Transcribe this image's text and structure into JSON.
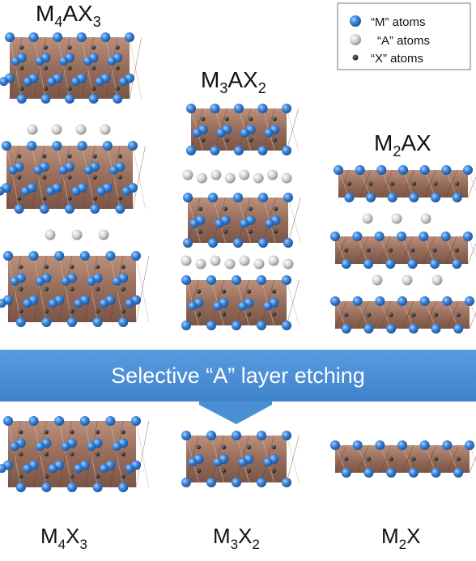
{
  "legend": {
    "items": [
      {
        "label": "“M” atoms",
        "color": "#2f7fd6"
      },
      {
        "label": "“A” atoms",
        "color": "#c8c8c8"
      },
      {
        "label": "“X” atoms",
        "color": "#333333"
      }
    ]
  },
  "phases": {
    "m4ax3": {
      "base1": "M",
      "sub1": "4",
      "base2": "AX",
      "sub2": "3"
    },
    "m3ax2": {
      "base1": "M",
      "sub1": "3",
      "base2": "AX",
      "sub2": "2"
    },
    "m2ax": {
      "base1": "M",
      "sub1": "2",
      "base2": "AX",
      "sub2": ""
    }
  },
  "banner": {
    "text": "Selective “A” layer etching",
    "color": "#4a8fd4"
  },
  "products": {
    "m4x3": {
      "base1": "M",
      "sub1": "4",
      "base2": "X",
      "sub2": "3"
    },
    "m3x2": {
      "base1": "M",
      "sub1": "3",
      "base2": "X",
      "sub2": "2"
    },
    "m2x": {
      "base1": "M",
      "sub1": "2",
      "base2": "X",
      "sub2": ""
    }
  },
  "colors": {
    "m_atom": "#2f7fd6",
    "a_atom": "#c8c8c8",
    "x_atom": "#333333",
    "octahedron": "#9a6b57"
  }
}
